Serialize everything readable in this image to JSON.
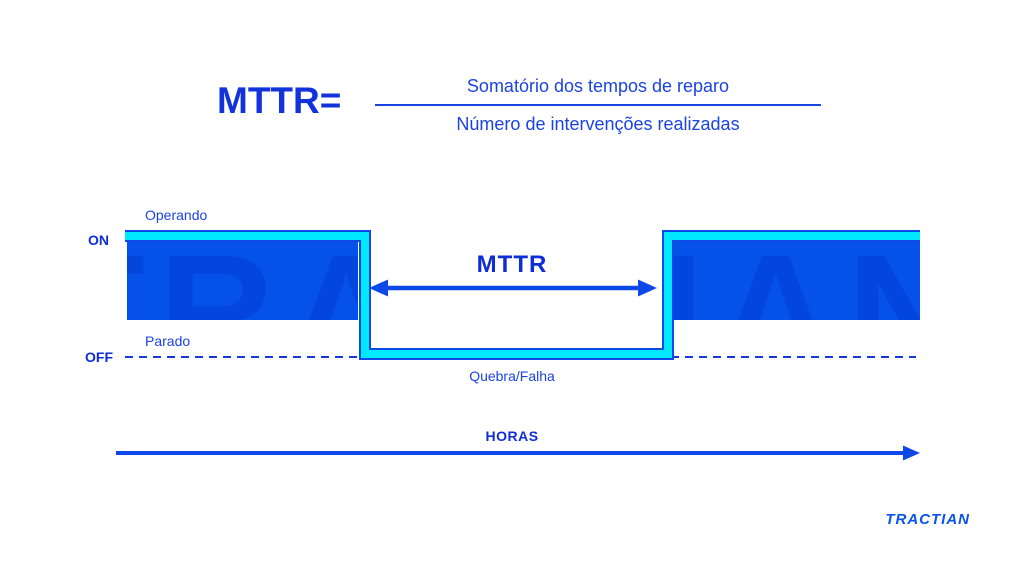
{
  "formula": {
    "label": "MTTR=",
    "numerator": "Somatório dos tempos de reparo",
    "denominator": "Número de intervenções realizadas"
  },
  "diagram": {
    "operating_label": "Operando",
    "stopped_label": "Parado",
    "on_label": "ON",
    "off_label": "OFF",
    "failure_label": "Quebra/Falha",
    "mttr_span_label": "MTTR",
    "watermark": "TRACTIAN"
  },
  "axis": {
    "label": "HORAS"
  },
  "footer": {
    "logo": "TRACTIAN"
  },
  "colors": {
    "brand_text_blue": "#1b43e4",
    "bold_text_blue": "#0e2dd8",
    "signal_fill_blue": "#0551ea",
    "watermark_blue": "#0346de",
    "signal_outline_blue": "#0d49e8",
    "signal_cyan": "#00e9ff",
    "dashed_line_blue": "#1338d8",
    "arrow_blue": "#0d49e8",
    "logo_blue": "#0a52f0"
  }
}
